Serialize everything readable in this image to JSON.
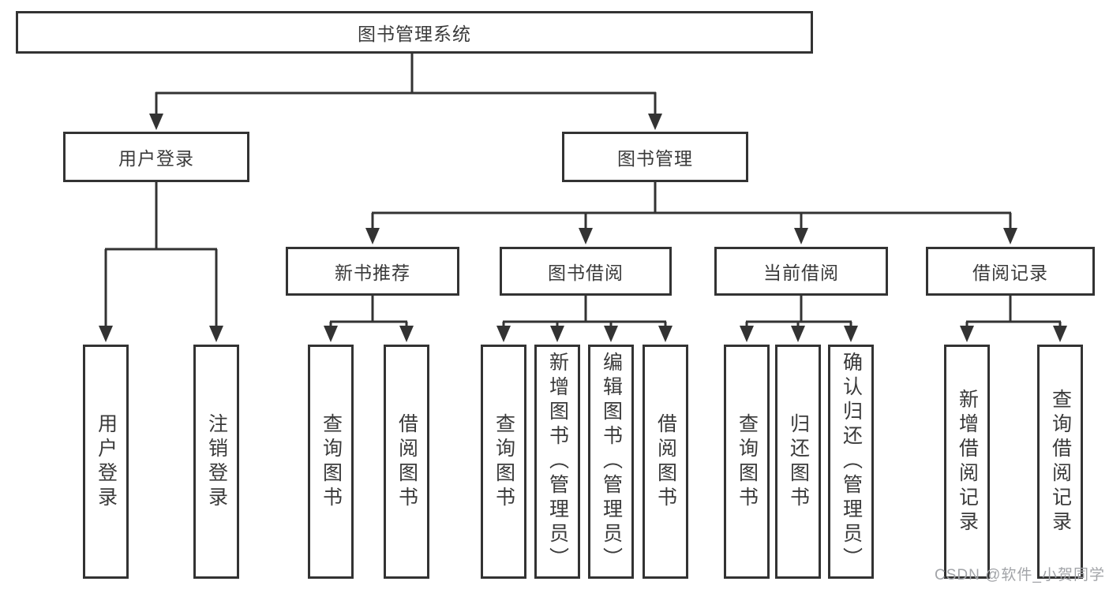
{
  "diagram": {
    "type": "hierarchy",
    "tree": {
      "label": "图书管理系统",
      "children": [
        {
          "label": "用户登录",
          "children": [
            {
              "label": "用户登录"
            },
            {
              "label": "注销登录"
            }
          ]
        },
        {
          "label": "图书管理",
          "children": [
            {
              "label": "新书推荐",
              "children": [
                {
                  "label": "查询图书"
                },
                {
                  "label": "借阅图书"
                }
              ]
            },
            {
              "label": "图书借阅",
              "children": [
                {
                  "label": "查询图书"
                },
                {
                  "label": "新增图书（管理员）"
                },
                {
                  "label": "编辑图书（管理员）"
                },
                {
                  "label": "借阅图书"
                }
              ]
            },
            {
              "label": "当前借阅",
              "children": [
                {
                  "label": "查询图书"
                },
                {
                  "label": "归还图书"
                },
                {
                  "label": "确认归还（管理员）"
                }
              ]
            },
            {
              "label": "借阅记录",
              "children": [
                {
                  "label": "新增借阅记录"
                },
                {
                  "label": "查询借阅记录"
                }
              ]
            }
          ]
        }
      ]
    },
    "colors": {
      "line": "#333333",
      "box_border": "#333333",
      "box_fill": "#ffffff",
      "text": "#3a3a3a",
      "watermark": "#a2a4a8",
      "background": "#ffffff"
    }
  },
  "watermark": {
    "text": "CSDN @软件_小贺同学"
  }
}
